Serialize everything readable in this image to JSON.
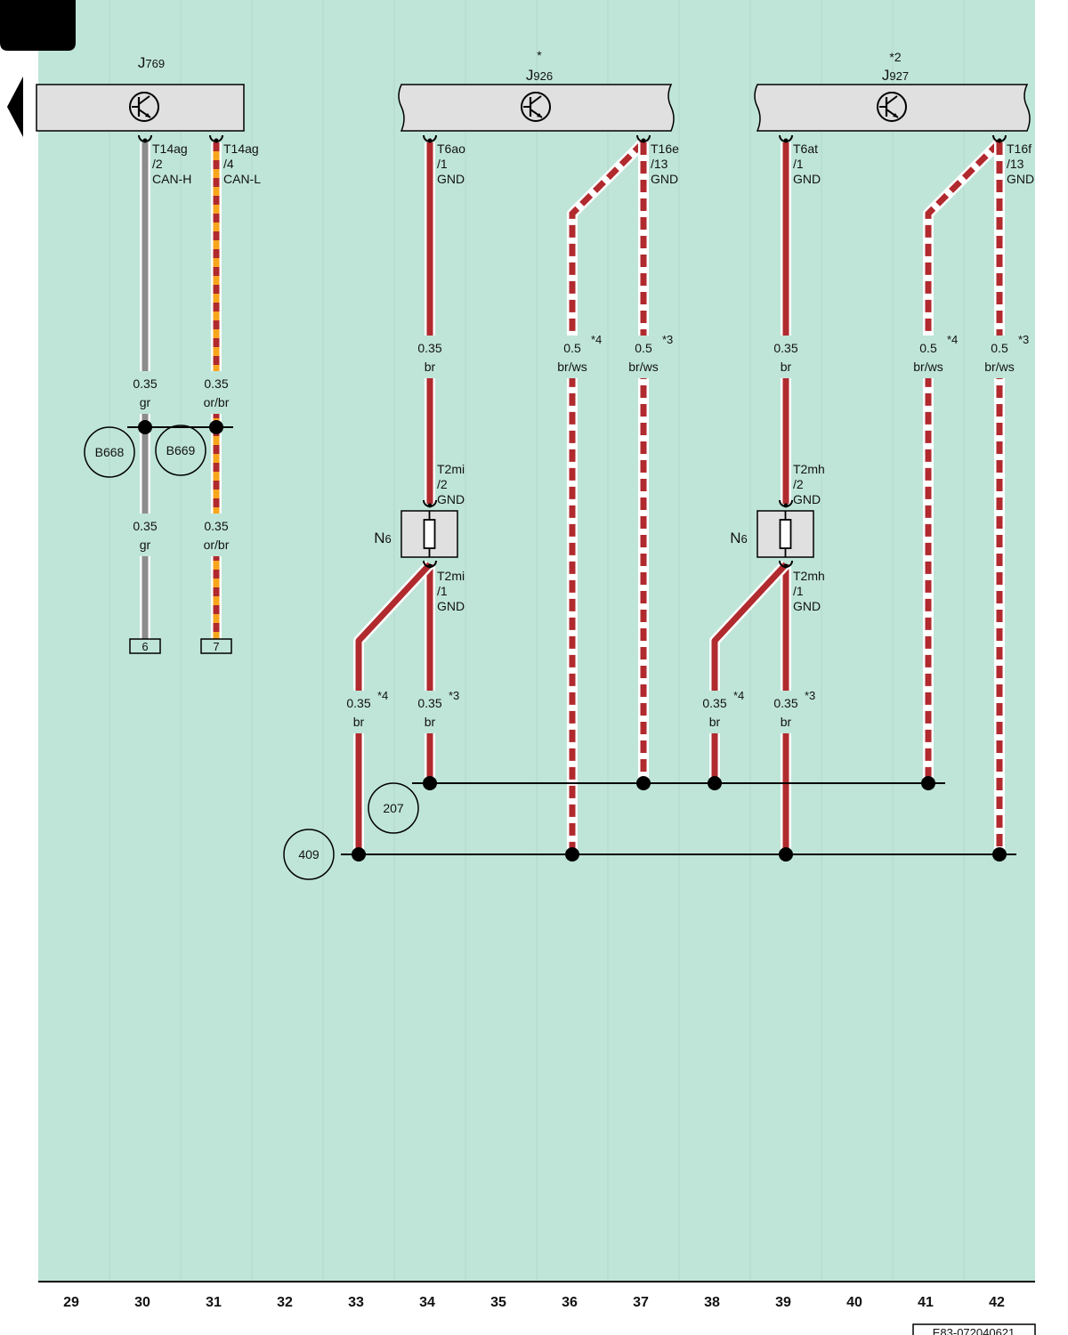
{
  "modules": [
    {
      "id": "J769",
      "letter": "J",
      "sub": "769",
      "star": ""
    },
    {
      "id": "J926",
      "letter": "J",
      "sub": "926",
      "star": "*"
    },
    {
      "id": "J927",
      "letter": "J",
      "sub": "927",
      "star": "*2"
    }
  ],
  "pins": [
    {
      "name": "T14ag",
      "pin": "/2",
      "func": "CAN-H"
    },
    {
      "name": "T14ag",
      "pin": "/4",
      "func": "CAN-L"
    },
    {
      "name": "T6ao",
      "pin": "/1",
      "func": "GND"
    },
    {
      "name": "T16e",
      "pin": "/13",
      "func": "GND"
    },
    {
      "name": "T6at",
      "pin": "/1",
      "func": "GND"
    },
    {
      "name": "T16f",
      "pin": "/13",
      "func": "GND"
    },
    {
      "name": "T2mi",
      "pin": "/2",
      "func": "GND"
    },
    {
      "name": "T2mi",
      "pin": "/1",
      "func": "GND"
    },
    {
      "name": "T2mh",
      "pin": "/2",
      "func": "GND"
    },
    {
      "name": "T2mh",
      "pin": "/1",
      "func": "GND"
    }
  ],
  "wire_labels": [
    {
      "size": "0.35",
      "color": "gr",
      "note": ""
    },
    {
      "size": "0.35",
      "color": "or/br",
      "note": ""
    },
    {
      "size": "0.35",
      "color": "gr",
      "note": ""
    },
    {
      "size": "0.35",
      "color": "or/br",
      "note": ""
    },
    {
      "size": "0.35",
      "color": "br",
      "note": ""
    },
    {
      "size": "0.5",
      "color": "br/ws",
      "note": "*4"
    },
    {
      "size": "0.5",
      "color": "br/ws",
      "note": "*3"
    },
    {
      "size": "0.35",
      "color": "br",
      "note": ""
    },
    {
      "size": "0.5",
      "color": "br/ws",
      "note": "*4"
    },
    {
      "size": "0.5",
      "color": "br/ws",
      "note": "*3"
    },
    {
      "size": "0.35",
      "color": "br",
      "note": "*4"
    },
    {
      "size": "0.35",
      "color": "br",
      "note": "*3"
    },
    {
      "size": "0.35",
      "color": "br",
      "note": "*4"
    },
    {
      "size": "0.35",
      "color": "br",
      "note": "*3"
    }
  ],
  "components": [
    {
      "letter": "N",
      "sub": "6"
    },
    {
      "letter": "N",
      "sub": "6"
    }
  ],
  "circles": [
    "B668",
    "B669",
    "207",
    "409"
  ],
  "terminals": [
    "6",
    "7"
  ],
  "columns": [
    "29",
    "30",
    "31",
    "32",
    "33",
    "34",
    "35",
    "36",
    "37",
    "38",
    "39",
    "40",
    "41",
    "42"
  ],
  "footer_code": "E83-072040621",
  "colors": {
    "background": "#bfe5d8",
    "brown": "#b02a2e",
    "grey": "#8c8c8c",
    "orange": "#f7a51c",
    "white": "#ffffff",
    "module_fill": "#e0e0e0"
  }
}
